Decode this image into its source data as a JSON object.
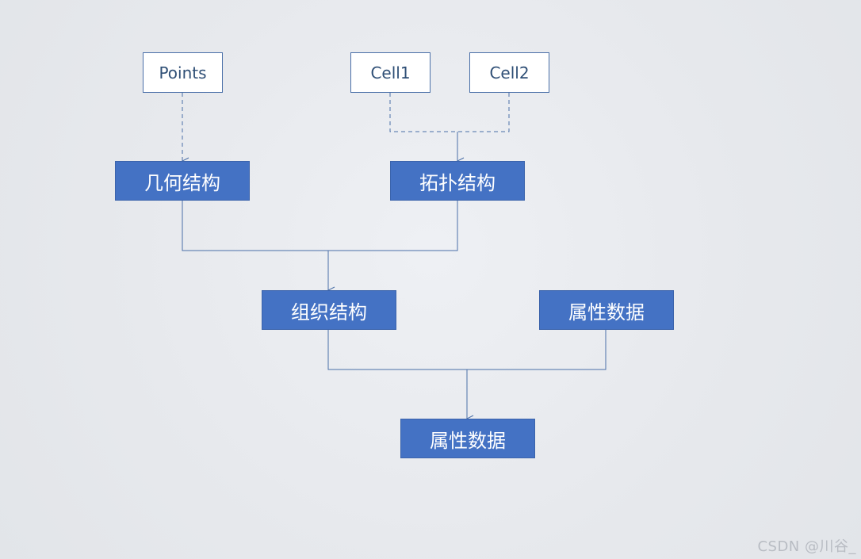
{
  "nodes": {
    "points": "Points",
    "cell1": "Cell1",
    "cell2": "Cell2",
    "geometry": "几何结构",
    "topology": "拓扑结构",
    "organization": "组织结构",
    "attribute_input": "属性数据",
    "attribute_output": "属性数据"
  },
  "watermark": "CSDN @川谷_",
  "colors": {
    "node_fill": "#4472c4",
    "node_border": "#3b63ab",
    "outline_border": "#4a6fa8",
    "connector": "#4a6fa8",
    "background": "#e7e9ed"
  },
  "connections": [
    {
      "from": "points",
      "to": "geometry",
      "style": "dashed"
    },
    {
      "from": "cell1",
      "to": "topology",
      "style": "dashed"
    },
    {
      "from": "cell2",
      "to": "topology",
      "style": "dashed"
    },
    {
      "from": "geometry",
      "to": "organization",
      "style": "solid"
    },
    {
      "from": "topology",
      "to": "organization",
      "style": "solid"
    },
    {
      "from": "organization",
      "to": "attribute_output",
      "style": "solid"
    },
    {
      "from": "attribute_input",
      "to": "attribute_output",
      "style": "solid"
    }
  ]
}
